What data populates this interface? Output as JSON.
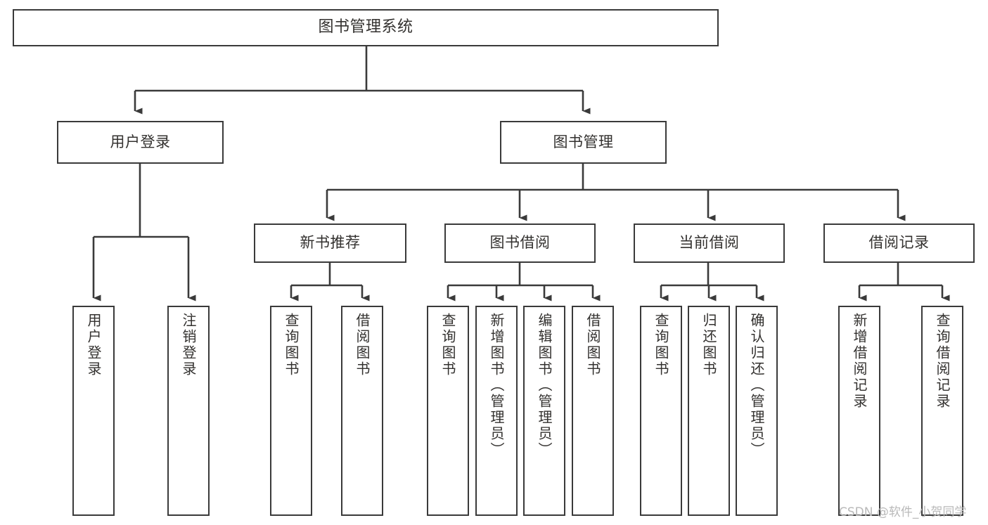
{
  "diagram": {
    "title": "图书管理系统",
    "type": "tree-hierarchy",
    "orientation": "top-down",
    "line_color": "#3a3a3a",
    "box_fill": "#ffffff",
    "text_color": "#33312f"
  },
  "root": {
    "label": "图书管理系统"
  },
  "level2": [
    {
      "label": "用户登录"
    },
    {
      "label": "图书管理"
    }
  ],
  "level3": [
    {
      "label": "新书推荐"
    },
    {
      "label": "图书借阅"
    },
    {
      "label": "当前借阅"
    },
    {
      "label": "借阅记录"
    }
  ],
  "leaves": {
    "user_login": [
      {
        "label": "用户登录"
      },
      {
        "label": "注销登录"
      }
    ],
    "new_book_recommend": [
      {
        "label": "查询图书"
      },
      {
        "label": "借阅图书"
      }
    ],
    "book_borrow": [
      {
        "label": "查询图书"
      },
      {
        "label": "新增图书（管理员）"
      },
      {
        "label": "编辑图书（管理员）"
      },
      {
        "label": "借阅图书"
      }
    ],
    "current_borrow": [
      {
        "label": "查询图书"
      },
      {
        "label": "归还图书"
      },
      {
        "label": "确认归还（管理员）"
      }
    ],
    "borrow_record": [
      {
        "label": "新增借阅记录"
      },
      {
        "label": "查询借阅记录"
      }
    ]
  },
  "watermark": {
    "text": "CSDN @软件_小贺同学"
  }
}
